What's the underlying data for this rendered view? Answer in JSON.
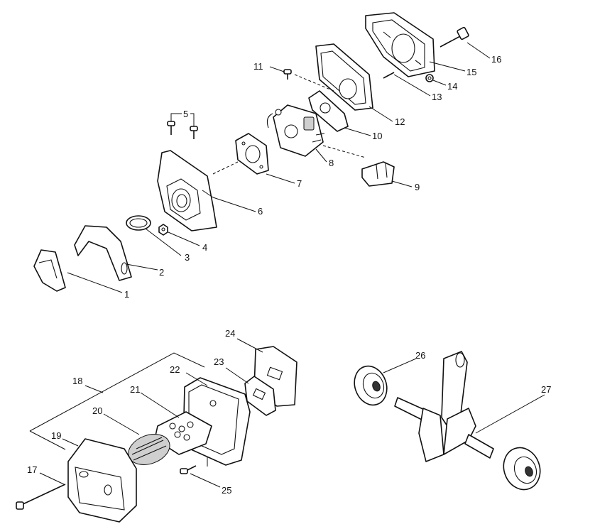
{
  "callouts": {
    "c1": "1",
    "c2": "2",
    "c3": "3",
    "c4": "4",
    "c5": "5",
    "c6": "6",
    "c7": "7",
    "c8": "8",
    "c9": "9",
    "c10": "10",
    "c11": "11",
    "c12": "12",
    "c13": "13",
    "c14": "14",
    "c15": "15",
    "c16": "16",
    "c17": "17",
    "c18": "18",
    "c19": "19",
    "c20": "20",
    "c21": "21",
    "c22": "22",
    "c23": "23",
    "c24": "24",
    "c25": "25",
    "c26": "26",
    "c27": "27"
  },
  "colors": {
    "line": "#111111",
    "background": "#ffffff"
  }
}
